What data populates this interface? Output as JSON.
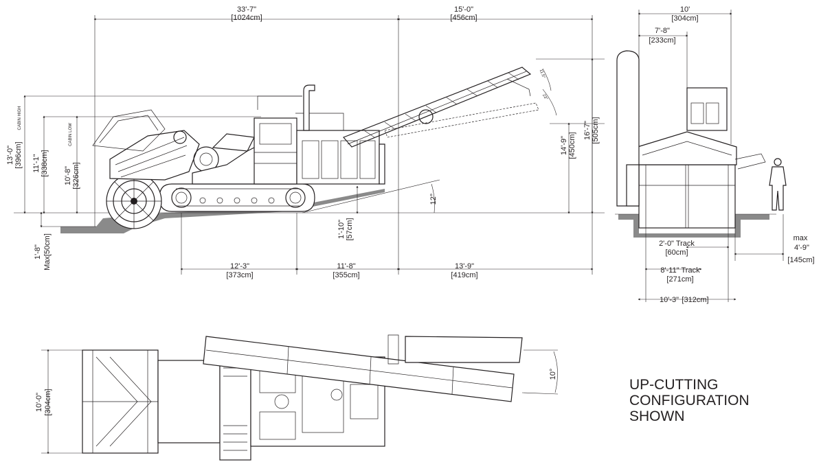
{
  "side_view": {
    "overall_length": {
      "imperial": "33'-7\"",
      "metric": "[1024cm]"
    },
    "conveyor_reach": {
      "imperial": "15'-0\"",
      "metric": "[456cm]"
    },
    "height_cabin_high": {
      "imperial": "13'-0\"",
      "metric": "[396cm]",
      "tag": "CABIN HIGH"
    },
    "height_cabin_low": {
      "imperial": "11'-1\"",
      "metric": "[338cm]",
      "tag": "CABIN LOW"
    },
    "height_body": {
      "imperial": "10'-8\"",
      "metric": "[326cm]"
    },
    "conveyor_height_low": {
      "imperial": "14'-9\"",
      "metric": "[450cm]"
    },
    "conveyor_height_high": {
      "imperial": "16'-7\"",
      "metric": "[505cm]"
    },
    "cut_depth": {
      "imperial": "1'-8\"",
      "metric": "Max[50cm]"
    },
    "ground_clearance": {
      "imperial": "1'-10\"",
      "metric": "[57cm]"
    },
    "front_length": {
      "imperial": "12'-3\"",
      "metric": "[373cm]"
    },
    "mid_length": {
      "imperial": "11'-8\"",
      "metric": "[355cm]"
    },
    "rear_length": {
      "imperial": "13'-9\"",
      "metric": "[419cm]"
    },
    "angles": {
      "ramp": "12°",
      "conveyor_a": "11.5°",
      "conveyor_b": "23°"
    }
  },
  "front_view": {
    "overall_width": {
      "imperial": "10'",
      "metric": "[304cm]"
    },
    "inner_width": {
      "imperial": "7'-8\"",
      "metric": "[233cm]"
    },
    "track_width": {
      "imperial": "2'-0\" Track",
      "metric": "[60cm]"
    },
    "track_gauge": {
      "imperial": "8'-11\" Track",
      "metric": "[271cm]"
    },
    "base_width": {
      "imperial": "10'-3\"",
      "metric": "[312cm]"
    },
    "side_offset": {
      "label": "max",
      "imperial": "4'-9\"",
      "metric": "[145cm]"
    }
  },
  "top_view": {
    "width": {
      "imperial": "10'-0\"",
      "metric": "[304cm]"
    },
    "conveyor_angle": "10°"
  },
  "caption": {
    "line1": "UP-CUTTING",
    "line2": "CONFIGURATION",
    "line3": "SHOWN"
  }
}
